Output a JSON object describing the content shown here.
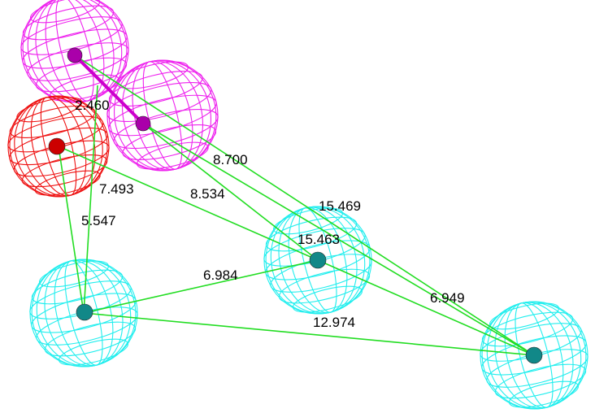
{
  "colors": {
    "hydrophobic": "#ee22ee",
    "acceptor": "#ee1111",
    "aromatic": "#22eeee",
    "connector": "#22dd22",
    "bond": "#cc00cc",
    "atom_acceptor": "#cc0000",
    "atom_aromatic": "#118888",
    "atom_hydrophobic": "#aa00aa"
  },
  "distances": [
    {
      "id": "d-hydrophobic-pair",
      "label": "2.460"
    },
    {
      "id": "d-8700",
      "label": "8.700"
    },
    {
      "id": "d-7493",
      "label": "7.493"
    },
    {
      "id": "d-8534",
      "label": "8.534"
    },
    {
      "id": "d-5547",
      "label": "5.547"
    },
    {
      "id": "d-15469",
      "label": "15.469"
    },
    {
      "id": "d-15463",
      "label": "15.463"
    },
    {
      "id": "d-6984",
      "label": "6.984"
    },
    {
      "id": "d-6949",
      "label": "6.949"
    },
    {
      "id": "d-12974",
      "label": "12.974"
    }
  ]
}
